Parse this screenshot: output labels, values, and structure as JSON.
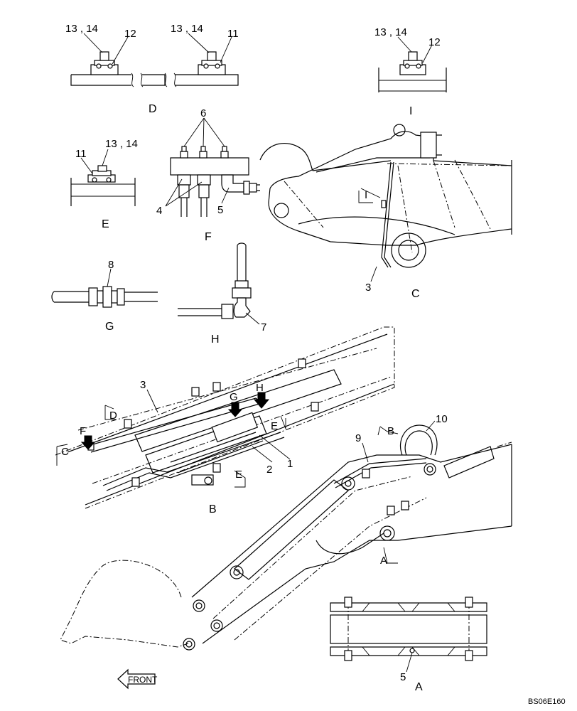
{
  "callouts": {
    "d_left_items": "13 , 14",
    "d_left_part": "12",
    "d_right_items": "13 , 14",
    "d_right_part": "11",
    "i_items": "13 , 14",
    "i_part": "12",
    "f_bolts": "6",
    "e_items": "13 , 14",
    "e_part": "11",
    "f_hoses": "4",
    "f_elbow": "5",
    "c_pipe": "3",
    "g_union": "8",
    "h_elbow": "7",
    "b_pipe": "3",
    "b_part2": "2",
    "b_part1": "1",
    "boom_pipe": "9",
    "boom_hose": "10",
    "a_part": "5"
  },
  "views": {
    "d": "D",
    "i": "I",
    "e": "E",
    "f": "F",
    "c": "C",
    "g": "G",
    "h": "H",
    "b": "B",
    "a": "A"
  },
  "section_marks": {
    "i": "I",
    "d": "D",
    "f": "F",
    "c": "C",
    "g": "G",
    "h": "H",
    "e_top": "E",
    "e_bottom": "E",
    "b": "B",
    "a": "A"
  },
  "front_label": "FRONT",
  "drawing_code": "BS06E160"
}
